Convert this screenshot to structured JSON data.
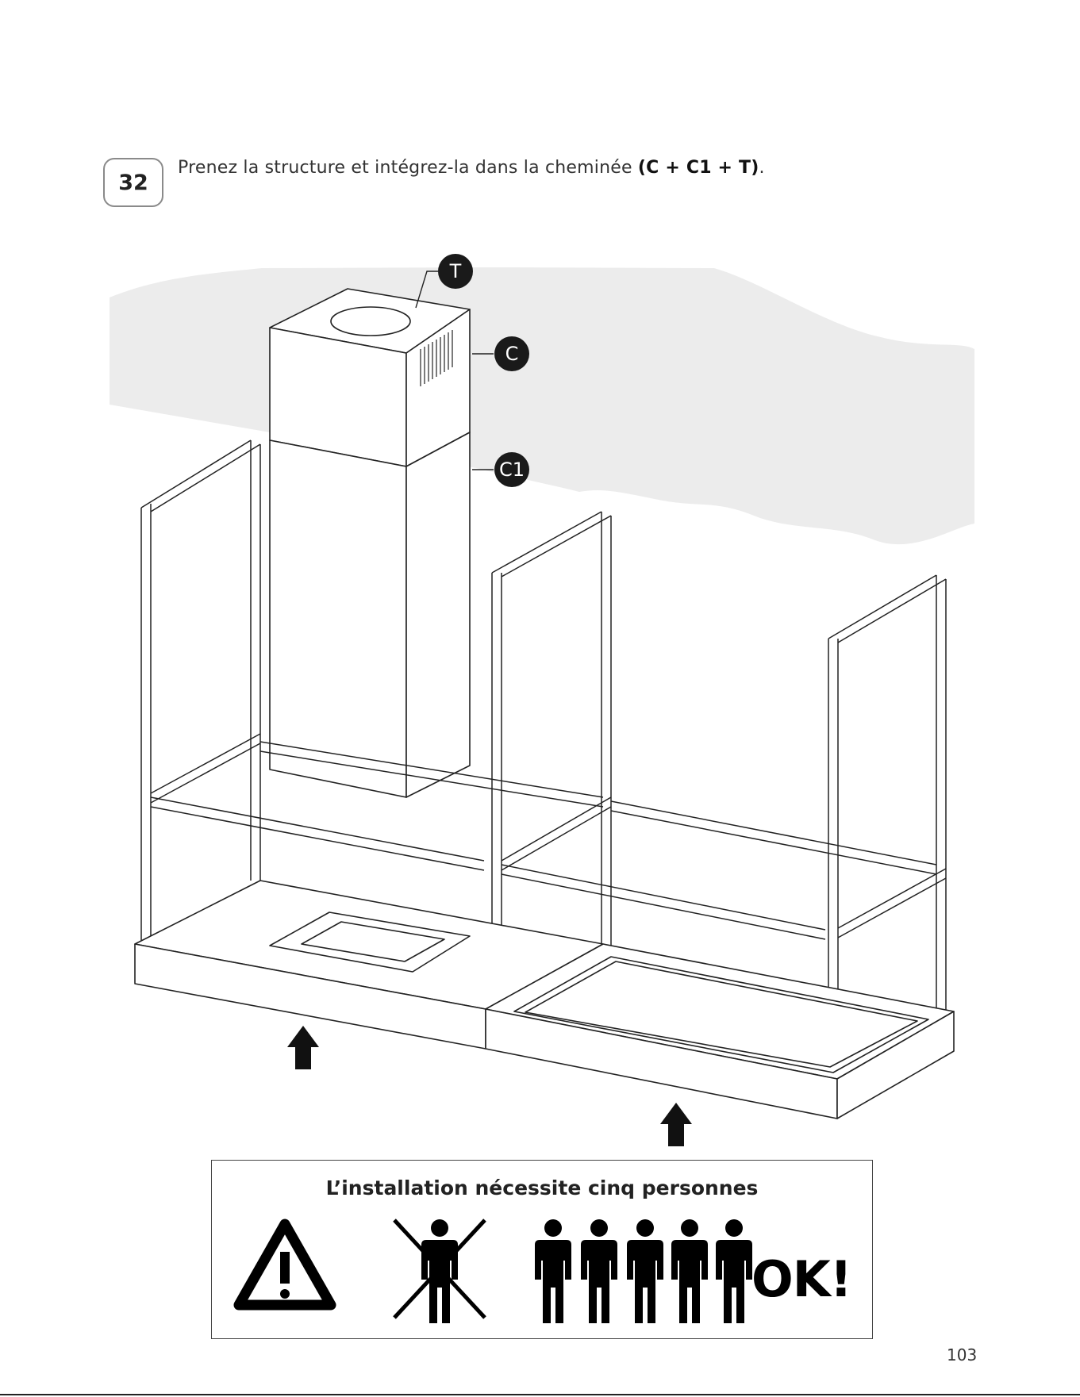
{
  "step": {
    "number": "32",
    "text_before": "Prenez la structure et intégrez-la dans la cheminée ",
    "text_bold": "(C + C1 + T)",
    "text_after": "."
  },
  "callouts": {
    "t": "T",
    "c": "C",
    "c1": "C1"
  },
  "warning": {
    "title": "L’installation nécessite cinq personnes",
    "ok_label": "OK!",
    "required_people": 5
  },
  "page_number": "103",
  "colors": {
    "wall_shade": "#ececec",
    "line": "#222222",
    "callout_bg": "#1a1a1a",
    "ok": "#000000"
  },
  "icons": [
    "warning-triangle-icon",
    "crossed-out-person-icon",
    "person-icon",
    "up-arrow-icon"
  ]
}
